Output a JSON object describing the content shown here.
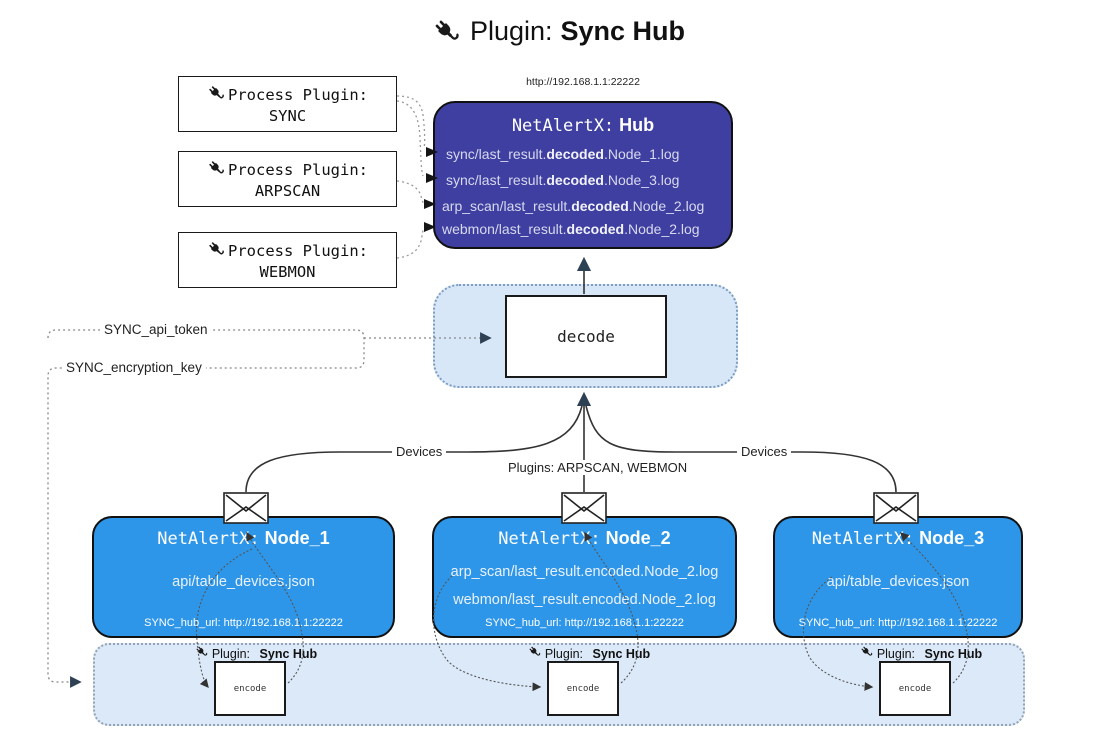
{
  "title": {
    "prefix": "Plugin:",
    "name": "Sync Hub"
  },
  "hub": {
    "url": "http://192.168.1.1:22222",
    "title_prefix": "NetAlertX:",
    "title_name": "Hub",
    "logs": [
      {
        "pre": "sync/last_result.",
        "bold": "decoded",
        "post": ".Node_1.log"
      },
      {
        "pre": "sync/last_result.",
        "bold": "decoded",
        "post": ".Node_3.log"
      },
      {
        "pre": "arp_scan/last_result.",
        "bold": "decoded",
        "post": ".Node_2.log"
      },
      {
        "pre": "webmon/last_result.",
        "bold": "decoded",
        "post": ".Node_2.log"
      }
    ]
  },
  "process_plugins": [
    {
      "label": "Process Plugin:",
      "name": "SYNC"
    },
    {
      "label": "Process Plugin:",
      "name": "ARPSCAN"
    },
    {
      "label": "Process Plugin:",
      "name": "WEBMON"
    }
  ],
  "decode": {
    "label": "decode"
  },
  "config": {
    "api_token": "SYNC_api_token",
    "encryption_key": "SYNC_encryption_key"
  },
  "edges": {
    "devices_left": "Devices",
    "devices_right": "Devices",
    "plugins_mid": "Plugins: ARPSCAN, WEBMON"
  },
  "nodes": [
    {
      "title_prefix": "NetAlertX:",
      "title_name": "Node_1",
      "line1": "api/table_devices.json",
      "line2": "",
      "hub_url": "SYNC_hub_url: http://192.168.1.1:22222"
    },
    {
      "title_prefix": "NetAlertX:",
      "title_name": "Node_2",
      "line1": "arp_scan/last_result.encoded.Node_2.log",
      "line2": "webmon/last_result.encoded.Node_2.log",
      "hub_url": "SYNC_hub_url: http://192.168.1.1:22222"
    },
    {
      "title_prefix": "NetAlertX:",
      "title_name": "Node_3",
      "line1": "api/table_devices.json",
      "line2": "",
      "hub_url": "SYNC_hub_url: http://192.168.1.1:22222"
    }
  ],
  "encoders": [
    {
      "plugin_prefix": "Plugin:",
      "plugin_name": "Sync Hub",
      "label": "encode"
    },
    {
      "plugin_prefix": "Plugin:",
      "plugin_name": "Sync Hub",
      "label": "encode"
    },
    {
      "plugin_prefix": "Plugin:",
      "plugin_name": "Sync Hub",
      "label": "encode"
    }
  ],
  "colors": {
    "hub": "#3e3fa0",
    "node": "#2e96e8",
    "panel": "#d9e8f8",
    "wire": "#333333",
    "arrow": "#2e4053"
  }
}
